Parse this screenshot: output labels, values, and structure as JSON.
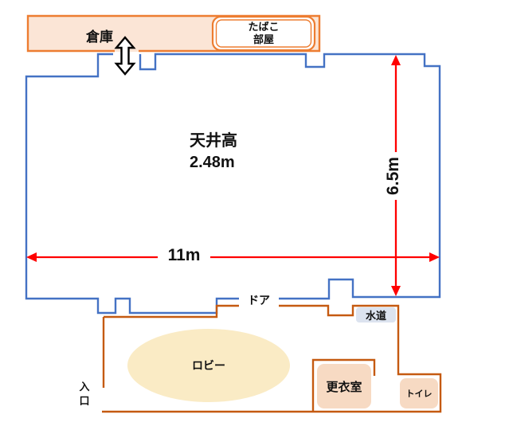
{
  "colors": {
    "wall_blue": "#4472C4",
    "lobby_orange": "#C55A11",
    "storage_border": "#ED7D31",
    "storage_fill": "#FBE5D6",
    "peach_fill": "#F7DAC3",
    "lobby_fill": "#FAEBC5",
    "water_fill": "#DCE3EF",
    "arrow_red": "#FF0000"
  },
  "storage": {
    "label": "倉庫"
  },
  "smoking_room": {
    "line1": "たばこ",
    "line2": "部屋"
  },
  "main_room": {
    "ceiling_line1": "天井高",
    "ceiling_line2": "2.48m",
    "width": "11m",
    "height": "6.5m"
  },
  "door": {
    "label": "ドア"
  },
  "water": {
    "label": "水道"
  },
  "lobby": {
    "label": "ロビー"
  },
  "entrance": {
    "line1": "入",
    "line2": "口"
  },
  "dressing_room": {
    "label": "更衣室"
  },
  "toilet": {
    "label": "トイレ"
  }
}
